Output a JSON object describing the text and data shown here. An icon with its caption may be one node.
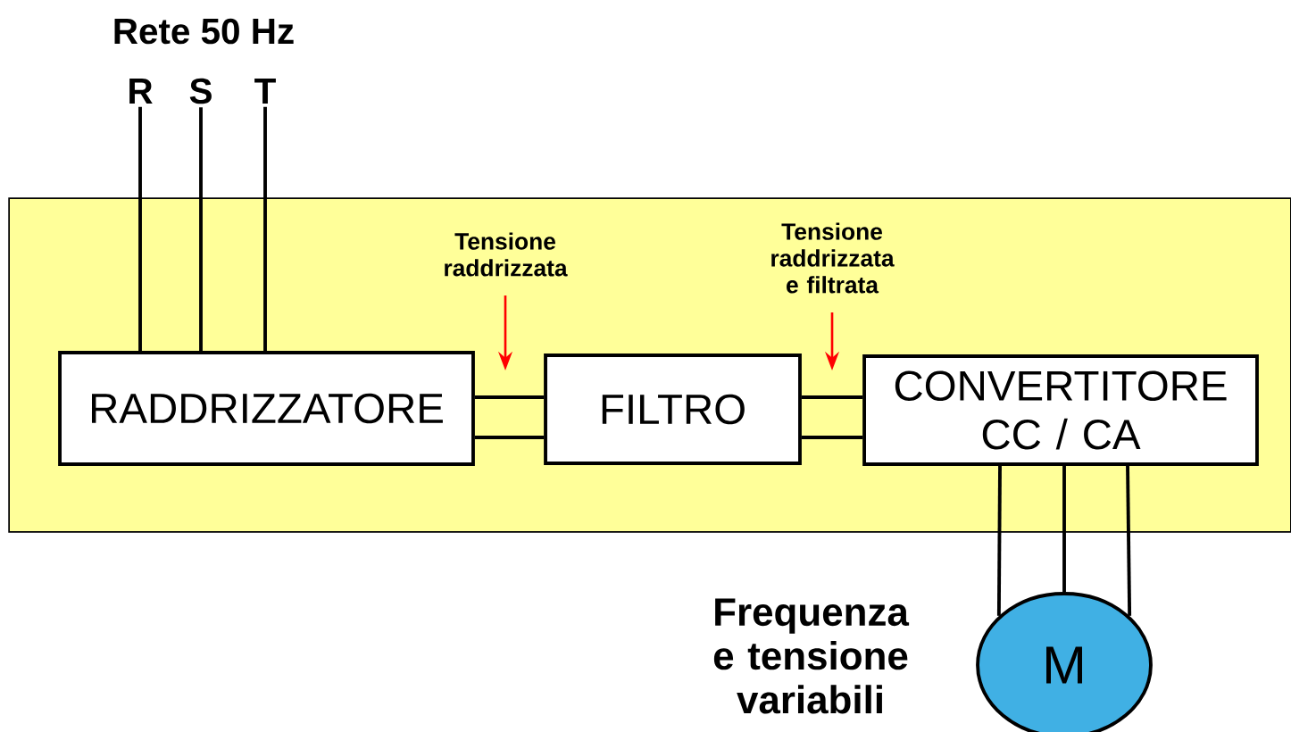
{
  "diagram": {
    "nodes": [
      {
        "text": [],
        "shape": "box"
      },
      {
        "text": [
          "RADDRIZZATORE"
        ],
        "in": 0
      },
      {
        "text": [
          "FILTRO"
        ],
        "in": 0
      },
      {
        "text": [
          "CONVERTITORE CC / CA"
        ],
        "in": 0
      },
      {
        "text": [
          "M"
        ],
        "beside": [
          "Frequenza e tensione variabili"
        ]
      },
      {
        "text": [
          "R"
        ]
      },
      {
        "text": [
          "S"
        ]
      },
      {
        "text": [
          "T"
        ]
      },
      {
        "text": [
          "Tensione raddrizzata"
        ],
        "in": 0
      },
      {
        "text": [
          "Tensione raddrizzata e filtrata"
        ],
        "in": 0
      }
    ],
    "edges": [
      {
        "from": 5,
        "to": 1,
        "arrow": "none"
      },
      {
        "from": 6,
        "to": 1,
        "arrow": "none"
      },
      {
        "from": 7,
        "to": 1,
        "arrow": "none"
      },
      {
        "from": 1,
        "to": 2,
        "arrow": "none"
      },
      {
        "from": 1,
        "to": 2,
        "arrow": "none"
      },
      {
        "from": 2,
        "to": 3,
        "arrow": "none"
      },
      {
        "from": 2,
        "to": 3,
        "arrow": "none"
      },
      {
        "from": 3,
        "to": 4,
        "arrow": "none"
      },
      {
        "from": 3,
        "to": 4,
        "arrow": "none"
      },
      {
        "from": 3,
        "to": 4,
        "arrow": "none"
      },
      {
        "from": 8,
        "to": null,
        "arrow": "to",
        "color": "#ff0000"
      },
      {
        "from": 9,
        "to": null,
        "arrow": "to",
        "color": "#ff0000"
      }
    ],
    "labels": [
      "Rete 50 Hz"
    ]
  }
}
